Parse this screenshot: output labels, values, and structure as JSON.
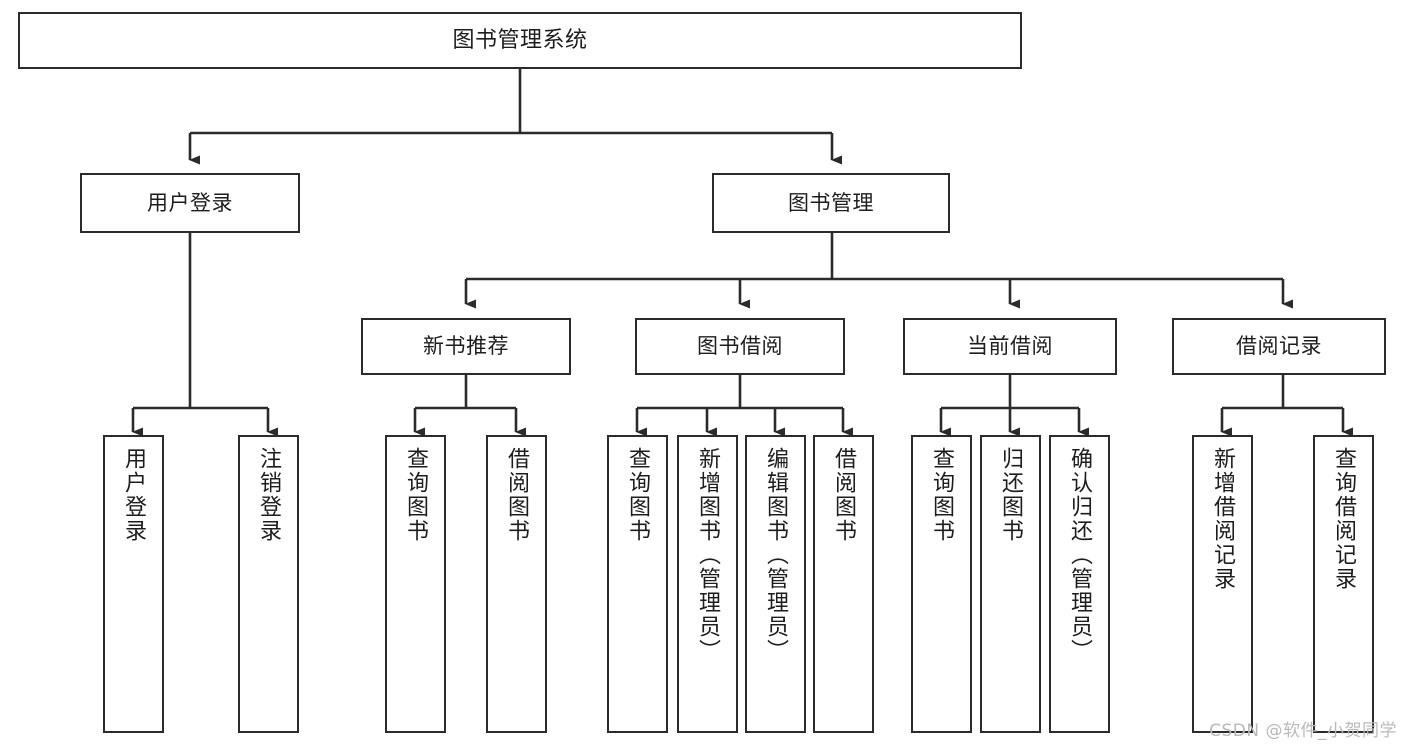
{
  "diagram": {
    "title": "图书管理系统",
    "type": "tree",
    "background_color": "#ffffff",
    "line_color": "#2b2b2b",
    "text_color": "#1d1d1d",
    "nodes": {
      "root": {
        "label": "图书管理系统"
      },
      "level2": [
        {
          "id": "user-login",
          "label": "用户登录"
        },
        {
          "id": "book-manage",
          "label": "图书管理"
        }
      ],
      "level3": [
        {
          "id": "new-book-rec",
          "label": "新书推荐"
        },
        {
          "id": "book-borrow",
          "label": "图书借阅"
        },
        {
          "id": "current-borrow",
          "label": "当前借阅"
        },
        {
          "id": "borrow-record",
          "label": "借阅记录"
        }
      ],
      "leaves": {
        "user_login": [
          {
            "id": "leaf-user-login",
            "label": "用户登录"
          },
          {
            "id": "leaf-logout",
            "label": "注销登录"
          }
        ],
        "new_book_rec": [
          {
            "id": "leaf-query-book-1",
            "label": "查询图书"
          },
          {
            "id": "leaf-borrow-book-1",
            "label": "借阅图书"
          }
        ],
        "book_borrow": [
          {
            "id": "leaf-query-book-2",
            "label": "查询图书"
          },
          {
            "id": "leaf-add-book",
            "label": "新增图书（管理员）"
          },
          {
            "id": "leaf-edit-book",
            "label": "编辑图书（管理员）"
          },
          {
            "id": "leaf-borrow-book-2",
            "label": "借阅图书"
          }
        ],
        "current_borrow": [
          {
            "id": "leaf-query-book-3",
            "label": "查询图书"
          },
          {
            "id": "leaf-return-book",
            "label": "归还图书"
          },
          {
            "id": "leaf-confirm-return",
            "label": "确认归还（管理员）"
          }
        ],
        "borrow_record": [
          {
            "id": "leaf-add-record",
            "label": "新增借阅记录"
          },
          {
            "id": "leaf-query-record",
            "label": "查询借阅记录"
          }
        ]
      }
    }
  },
  "watermark": {
    "text": "CSDN @软件_小贺同学"
  }
}
